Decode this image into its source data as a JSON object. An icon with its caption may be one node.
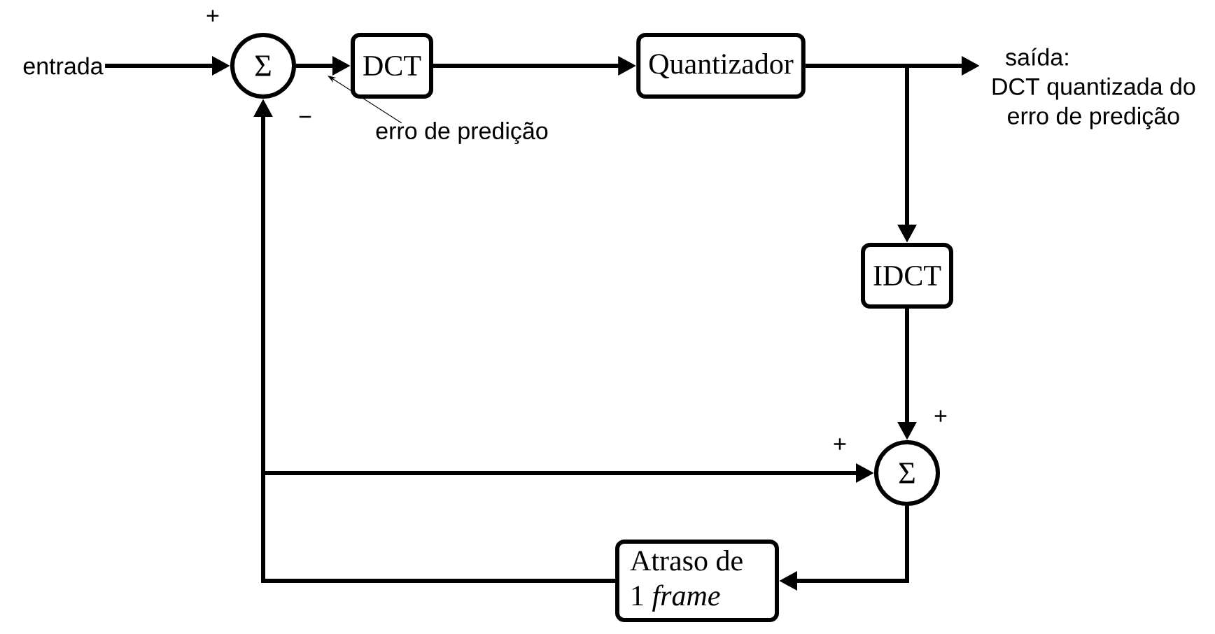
{
  "diagram": {
    "nodes": [
      {
        "text": [
          "entrada"
        ]
      },
      {
        "text": [
          "Σ"
        ]
      },
      {
        "text": [
          "DCT"
        ]
      },
      {
        "text": [
          "Quantizador"
        ]
      },
      {
        "text": [
          "saída: DCT quantizada do erro de predição"
        ]
      },
      {
        "text": [
          "IDCT"
        ]
      },
      {
        "text": [
          "Σ"
        ]
      },
      {
        "text": [
          "Atraso de 1 *frame*"
        ]
      },
      {
        "text": [
          "erro de predição"
        ]
      }
    ],
    "edges": [
      {
        "from": 0,
        "to": 1,
        "arrow": "to"
      },
      {
        "from": 1,
        "to": 2,
        "arrow": "to"
      },
      {
        "from": 2,
        "to": 3,
        "arrow": "to"
      },
      {
        "from": 3,
        "to": 4,
        "arrow": "to"
      },
      {
        "from": 3,
        "to": 5,
        "arrow": "to"
      },
      {
        "from": 5,
        "to": 6,
        "arrow": "to"
      },
      {
        "from": 6,
        "to": 7,
        "arrow": "to"
      },
      {
        "from": 7,
        "to": 1,
        "arrow": "to"
      },
      {
        "from": 7,
        "to": 6,
        "arrow": "to"
      },
      {
        "from": 8,
        "to": null,
        "arrow": "to"
      }
    ],
    "labels": [
      "+",
      "−",
      "+",
      "+"
    ]
  }
}
